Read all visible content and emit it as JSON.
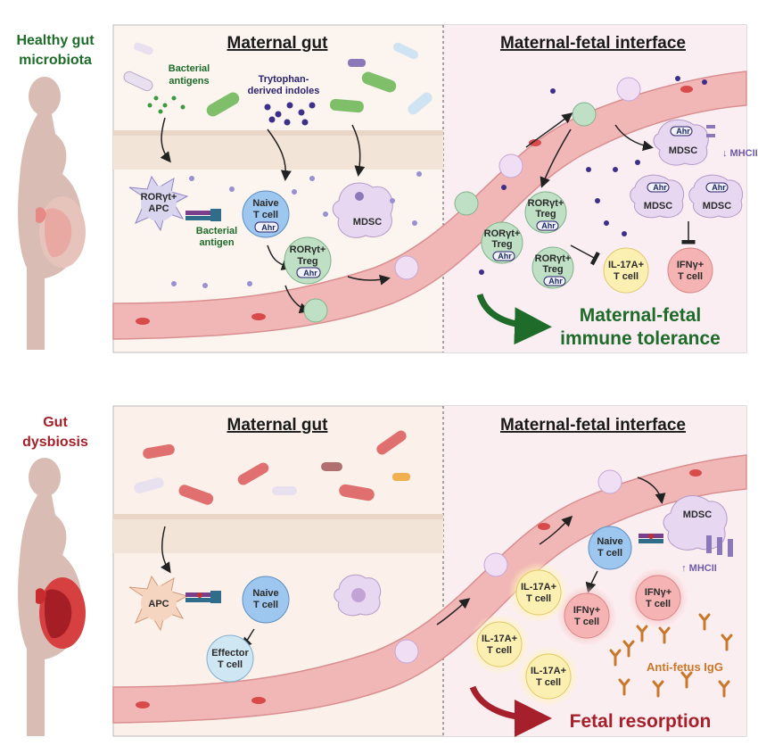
{
  "top": {
    "side_label": [
      "Healthy gut",
      "microbiota"
    ],
    "gut_title": "Maternal gut",
    "interface_title": "Maternal-fetal interface",
    "bacterial_antigens": [
      "Bacterial",
      "antigens"
    ],
    "indoles": [
      "Trytophan-",
      "derived indoles"
    ],
    "apc": [
      "RORγt+",
      "APC"
    ],
    "bacterial_antigen": [
      "Bacterial",
      "antigen"
    ],
    "naive_t": [
      "Naive",
      "T cell"
    ],
    "ahr": "Ahr",
    "treg": [
      "RORγt+",
      "Treg"
    ],
    "mdsc": "MDSC",
    "mhc_down": "↓ MHCII",
    "il17": [
      "IL-17A+",
      "T cell"
    ],
    "ifng": [
      "IFNγ+",
      "T cell"
    ],
    "outcome": [
      "Maternal-fetal",
      "immune tolerance"
    ]
  },
  "bottom": {
    "side_label": [
      "Gut",
      "dysbiosis"
    ],
    "gut_title": "Maternal gut",
    "interface_title": "Maternal-fetal interface",
    "apc": "APC",
    "naive_t": [
      "Naive",
      "T cell"
    ],
    "effector_t": [
      "Effector",
      "T cell"
    ],
    "mdsc": "MDSC",
    "mhc_up": "↑ MHCII",
    "il17": [
      "IL-17A+",
      "T cell"
    ],
    "ifng": [
      "IFNγ+",
      "T cell"
    ],
    "igg": "Anti-fetus IgG",
    "outcome": "Fetal resorption"
  },
  "colors": {
    "healthy_green": "#1e6b2a",
    "dysbiosis_red": "#a5202a",
    "vessel": "#f1b7b7",
    "treg_green": "#bfe0c4",
    "naive_blue": "#9ec7ef",
    "mdsc_purple": "#e8d7f0",
    "il17_yellow": "#fbefb1",
    "ifng_red": "#f6b3b3",
    "igg_orange": "#c9782a"
  }
}
